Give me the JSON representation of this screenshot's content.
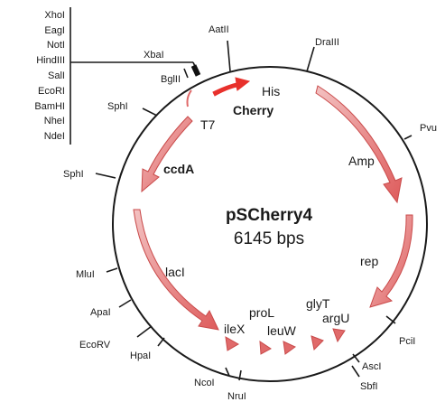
{
  "plasmid": {
    "name": "pSCherry4",
    "size": "6145 bps"
  },
  "mcs_sites": [
    "XhoI",
    "EagI",
    "NotI",
    "HindIII",
    "SalI",
    "EcoRI",
    "BamHI",
    "NheI",
    "NdeI"
  ],
  "sites": {
    "xbai": "XbaI",
    "bglii": "BglII",
    "aatii": "AatII",
    "draiii": "DraIII",
    "pvu": "Pvu",
    "sphi_1": "SphI",
    "sphi_2": "SphI",
    "mlui": "MluI",
    "apai": "ApaI",
    "ecorv": "EcoRV",
    "hpai": "HpaI",
    "ncoi": "NcoI",
    "nrui": "NruI",
    "pcii": "PciI",
    "asci": "AscI",
    "sbfi": "SbfI"
  },
  "features": {
    "his": "His",
    "cherry": "Cherry",
    "t7": "T7",
    "ccda": "ccdA",
    "amp": "Amp",
    "rep": "rep",
    "laci": "lacI",
    "prol": "proL",
    "glyt": "glyT",
    "ilex": "ileX",
    "leuw": "leuW",
    "argu": "argU"
  },
  "colors": {
    "arrow_fill": "#e06a6a",
    "arrow_dark": "#e8312c",
    "backbone": "#1a1a1a"
  }
}
